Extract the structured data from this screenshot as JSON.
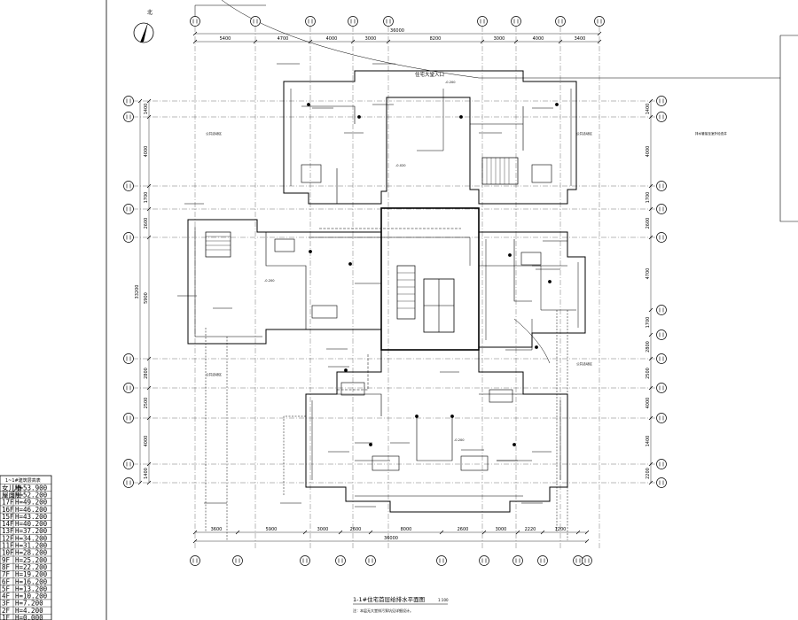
{
  "north": "北",
  "dims_top": [
    "5400",
    "4700",
    "4000",
    "3000",
    "8200",
    "3000",
    "4000",
    "3400"
  ],
  "dims_top_total": "36000",
  "dims_bottom": [
    "3600",
    "5900",
    "3000",
    "2600",
    "8000",
    "2600",
    "3000",
    "2220",
    "1200"
  ],
  "dims_bottom_total": "36000",
  "dims_left": [
    "1400",
    "4000",
    "1700",
    "2600",
    "5900",
    "2800",
    "2500",
    "4000",
    "1400",
    "2200"
  ],
  "dims_left_total": "33200",
  "dims_right": [
    "1400",
    "4000",
    "1700",
    "2600",
    "4700",
    "1700",
    "2800",
    "2500",
    "4000",
    "1400",
    "2200"
  ],
  "entrance": "住宅大堂入口",
  "level_main": "-0.200",
  "level_sub": "-0.020",
  "plan_title": "1-1#住宅首层给排水平面图",
  "plan_scale": "1:100",
  "plan_note": "注：本层无大堂排污泵坑见详细设计。",
  "left_room": "公共活动区",
  "right_note": "排水管接至室外检查井",
  "table": {
    "title": "1~1#建筑层高表",
    "rows": [
      {
        "floor": "女儿墙",
        "h": "H=53.900"
      },
      {
        "floor": "屋面层",
        "h": "H=52.200"
      },
      {
        "floor": "17F",
        "h": "H=49.200"
      },
      {
        "floor": "16F",
        "h": "H=46.200"
      },
      {
        "floor": "15F",
        "h": "H=43.200"
      },
      {
        "floor": "14F",
        "h": "H=40.200"
      },
      {
        "floor": "13F",
        "h": "H=37.200"
      },
      {
        "floor": "12F",
        "h": "H=34.200"
      },
      {
        "floor": "11F",
        "h": "H=31.200"
      },
      {
        "floor": "10F",
        "h": "H=28.200"
      },
      {
        "floor": "9F",
        "h": "H=25.200"
      },
      {
        "floor": "8F",
        "h": "H=22.200"
      },
      {
        "floor": "7F",
        "h": "H=19.200"
      },
      {
        "floor": "6F",
        "h": "H=16.200"
      },
      {
        "floor": "5F",
        "h": "H=13.200"
      },
      {
        "floor": "4F",
        "h": "H=10.200"
      },
      {
        "floor": "3F",
        "h": "H=7.200"
      },
      {
        "floor": "2F",
        "h": "H=4.200"
      },
      {
        "floor": "1F",
        "h": "H=0.000"
      }
    ]
  }
}
